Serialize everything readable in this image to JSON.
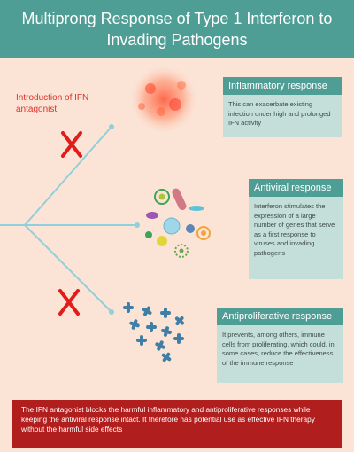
{
  "title": "Multiprong Response of Type 1 Interferon to Invading Pathogens",
  "intro_label": "Introduction of IFN antagonist",
  "cards": {
    "inflammatory": {
      "heading": "Inflammatory response",
      "body": "This can exacerbate existing infection under high and prolonged IFN activity"
    },
    "antiviral": {
      "heading": "Antiviral response",
      "body": "Interferon stimulates the expression of a large number of genes that serve as a first response to viruses and invading pathogens"
    },
    "antiproliferative": {
      "heading": "Antiproliferative response",
      "body": "It prevents, among others, immune cells from proliferating, which could, in some cases, reduce the effectiveness of the immune response"
    }
  },
  "footer": "The IFN antagonist blocks the harmful inflammatory and antiproliferative responses while keeping the antiviral response intact. It therefore has potential use as effective IFN therapy without the harmful side effects",
  "colors": {
    "background": "#fbe4d6",
    "teal": "#4f9e95",
    "card": "#c4dfd9",
    "block_x": "#e21b1b",
    "footer": "#b11e1e"
  }
}
